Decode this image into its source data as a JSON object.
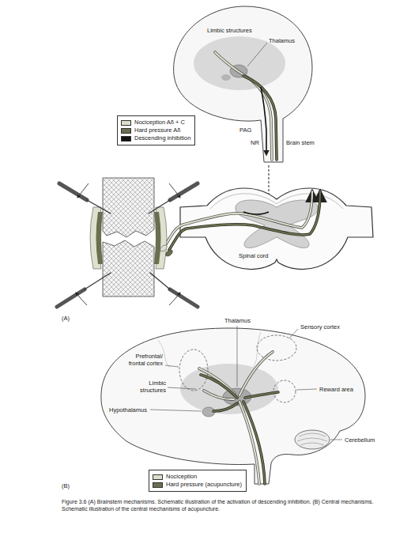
{
  "diagram": {
    "caption": "Figure 3.6 (A) Brainstem mechanisms. Schematic illustration of the activation of descending inhibition. (B) Central mechanisms. Schematic illustration of the central mechanisms of acupuncture.",
    "labels": [
      "Limbic structures",
      "Thalamus",
      "PAG",
      "NR",
      "Brain stem",
      "Spinal cord",
      "(A)",
      "Thalamus",
      "Sensory cortex",
      "Prefrontal/ frontal cortex",
      "Limbic structures",
      "Hypothalamus",
      "Reward area",
      "Cerebellum",
      "(B)"
    ],
    "legend": [
      {
        "text": "Nociception Aδ + C",
        "color": "#dcdfcb"
      },
      {
        "text": "Hard pressure Aδ",
        "color": "#6b6e4f"
      },
      {
        "text": "Descending inhibition",
        "color": "#111111"
      },
      {
        "text": "Nociception",
        "color": "#dcdfcb"
      },
      {
        "text": "Hard pressure (acupuncture)",
        "color": "#6b6e4f"
      }
    ]
  }
}
